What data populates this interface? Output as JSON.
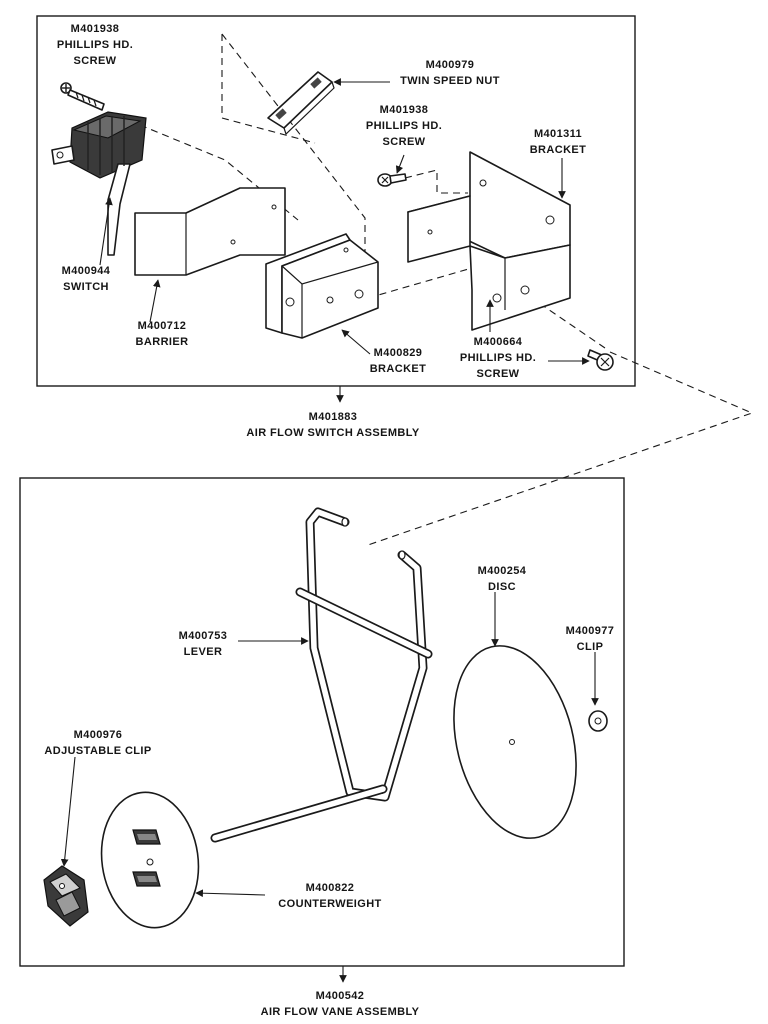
{
  "labels": {
    "screw_top_num": "M401938",
    "screw_top_l1": "PHILLIPS HD.",
    "screw_top_l2": "SCREW",
    "nut_num": "M400979",
    "nut_name": "TWIN SPEED NUT",
    "screw_mid_num": "M401938",
    "screw_mid_l1": "PHILLIPS HD.",
    "screw_mid_l2": "SCREW",
    "bracket_r_num": "M401311",
    "bracket_r_name": "BRACKET",
    "switch_num": "M400944",
    "switch_name": "SWITCH",
    "barrier_num": "M400712",
    "barrier_name": "BARRIER",
    "bracket_c_num": "M400829",
    "bracket_c_name": "BRACKET",
    "screw_bot_num": "M400664",
    "screw_bot_l1": "PHILLIPS HD.",
    "screw_bot_l2": "SCREW",
    "asm1_num": "M401883",
    "asm1_name": "AIR FLOW SWITCH ASSEMBLY",
    "disc_num": "M400254",
    "disc_name": "DISC",
    "lever_num": "M400753",
    "lever_name": "LEVER",
    "clip_num": "M400977",
    "clip_name": "CLIP",
    "adjclip_num": "M400976",
    "adjclip_name": "ADJUSTABLE CLIP",
    "counter_num": "M400822",
    "counter_name": "COUNTERWEIGHT",
    "asm2_num": "M400542",
    "asm2_name": "AIR FLOW VANE ASSEMBLY"
  },
  "icons": [
    "phillips-screw",
    "twin-speed-nut",
    "switch",
    "barrier",
    "bracket",
    "lever",
    "disc",
    "clip",
    "adjustable-clip",
    "counterweight"
  ]
}
